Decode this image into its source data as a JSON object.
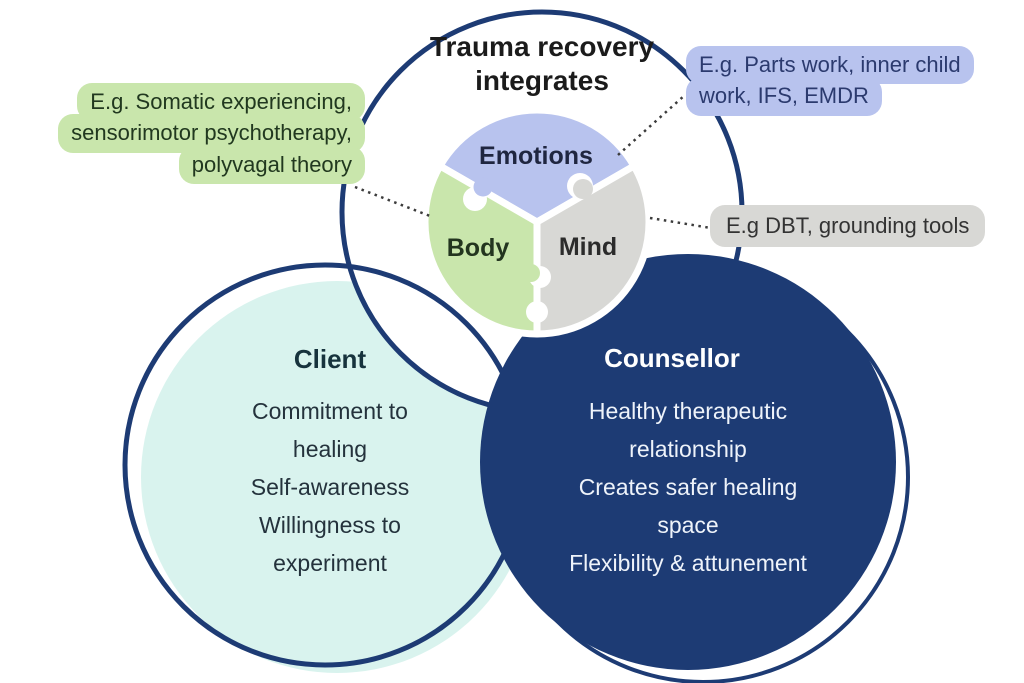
{
  "diagram": {
    "title": "Trauma recovery integrates",
    "colors": {
      "navy": "#1d3b74",
      "lavender": "#b8c3ee",
      "green": "#c9e6ac",
      "gray": "#d8d8d5",
      "mint": "#d9f3ee",
      "white": "#ffffff",
      "title_text": "#1b1b1b",
      "connector": "#3c3c3c"
    },
    "puzzle_segments": [
      {
        "label": "Emotions",
        "color": "#b8c3ee"
      },
      {
        "label": "Body",
        "color": "#c9e6ac"
      },
      {
        "label": "Mind",
        "color": "#d8d8d5"
      }
    ],
    "callouts": {
      "somatic": {
        "connects_to": "Body",
        "color": "#c9e6ac",
        "lines": [
          "E.g. Somatic experiencing,",
          "sensorimotor psychotherapy,",
          "polyvagal theory"
        ]
      },
      "parts": {
        "connects_to": "Emotions",
        "color": "#b8c3ee",
        "lines": [
          "E.g. Parts work, inner child",
          "work, IFS, EMDR"
        ]
      },
      "dbt": {
        "connects_to": "Mind",
        "color": "#d8d8d5",
        "lines": [
          "E.g DBT, grounding tools"
        ]
      }
    },
    "client_circle": {
      "title": "Client",
      "items": [
        [
          "Commitment to",
          "healing"
        ],
        [
          "Self-awareness"
        ],
        [
          "Willingness to",
          "experiment"
        ]
      ]
    },
    "counsellor_circle": {
      "title": "Counsellor",
      "items": [
        [
          "Healthy therapeutic",
          "relationship"
        ],
        [
          "Creates safer healing",
          "space"
        ],
        [
          "Flexibility & attunement"
        ]
      ]
    }
  }
}
